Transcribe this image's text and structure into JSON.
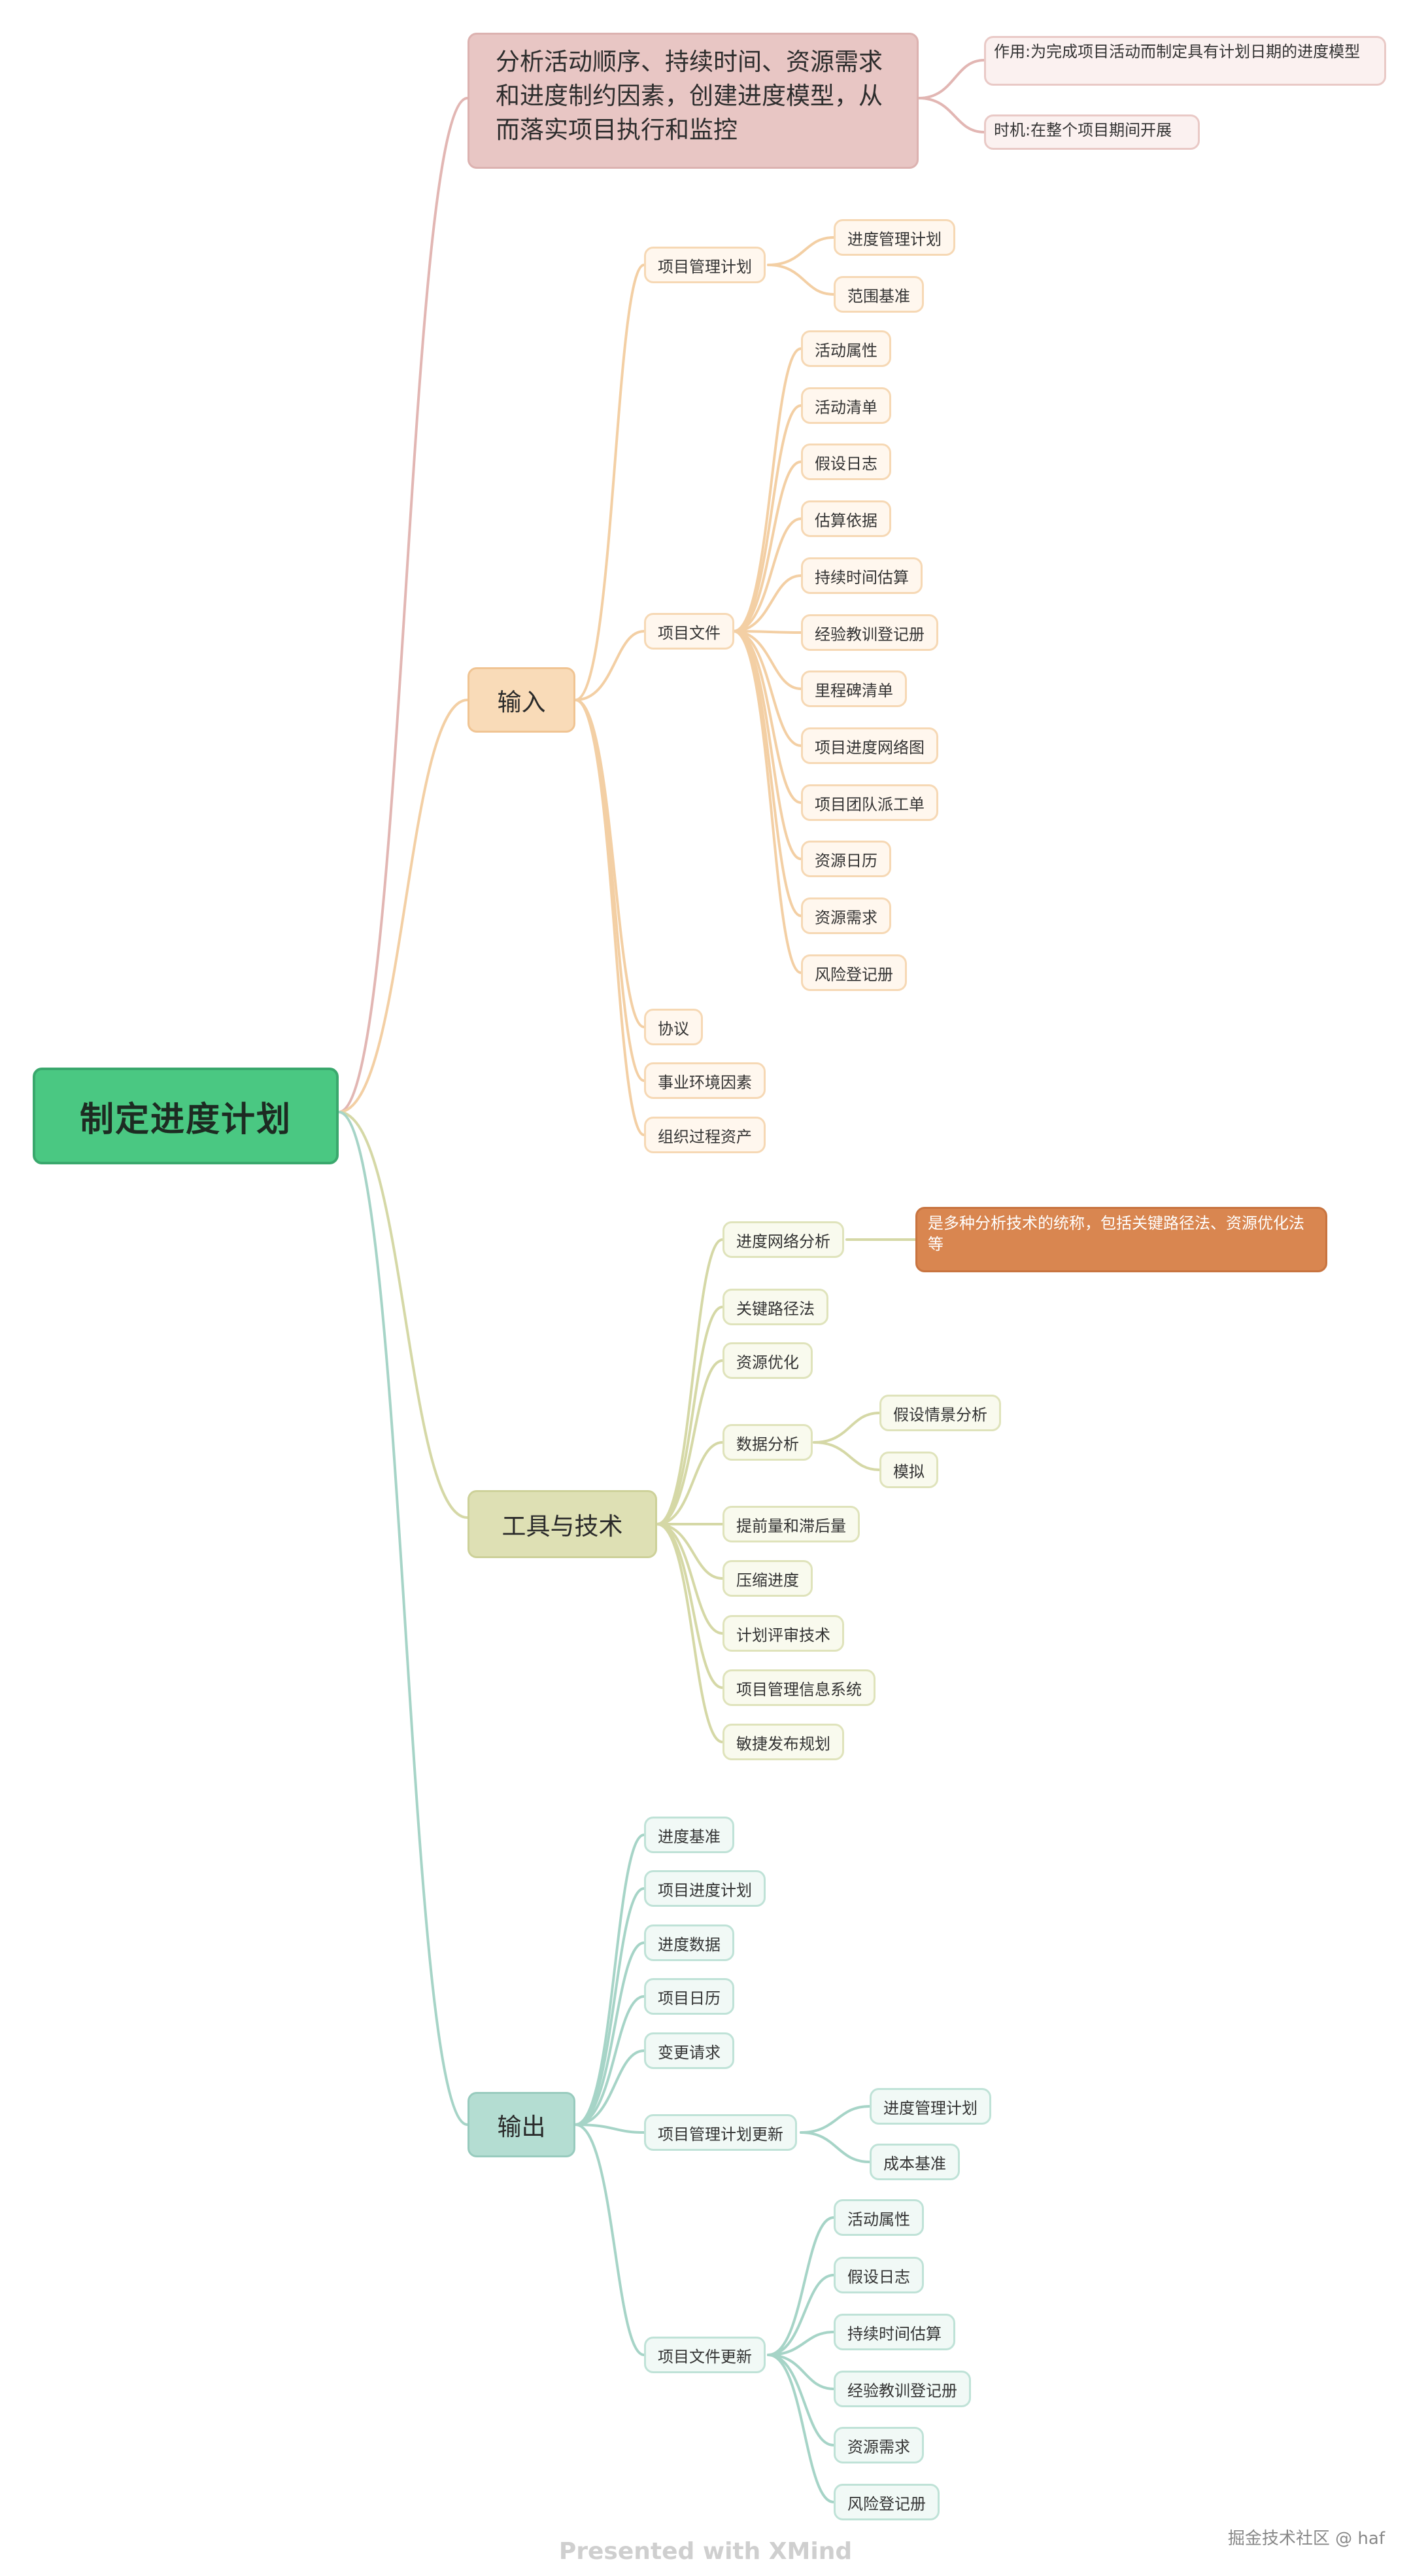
{
  "root": "制定进度计划",
  "description": {
    "text": "分析活动顺序、持续时间、资源需求和进度制约因素，创建进度模型，从而落实项目执行和监控",
    "notes": [
      "作用:为完成项目活动而制定具有计划日期的进度模型",
      "时机:在整个项目期间开展"
    ]
  },
  "inputs": {
    "label": "输入",
    "pm_plan": {
      "label": "项目管理计划",
      "children": [
        "进度管理计划",
        "范围基准"
      ]
    },
    "project_docs": {
      "label": "项目文件",
      "children": [
        "活动属性",
        "活动清单",
        "假设日志",
        "估算依据",
        "持续时间估算",
        "经验教训登记册",
        "里程碑清单",
        "项目进度网络图",
        "项目团队派工单",
        "资源日历",
        "资源需求",
        "风险登记册"
      ]
    },
    "others": [
      "协议",
      "事业环境因素",
      "组织过程资产"
    ]
  },
  "tools": {
    "label": "工具与技术",
    "network": {
      "label": "进度网络分析",
      "note": "是多种分析技术的统称，包括关键路径法、资源优化法等"
    },
    "cpm": "关键路径法",
    "resource": "资源优化",
    "data_analysis": {
      "label": "数据分析",
      "children": [
        "假设情景分析",
        "模拟"
      ]
    },
    "others": [
      "提前量和滞后量",
      "压缩进度",
      "计划评审技术",
      "项目管理信息系统",
      "敏捷发布规划"
    ]
  },
  "outputs": {
    "label": "输出",
    "simple": [
      "进度基准",
      "项目进度计划",
      "进度数据",
      "项目日历",
      "变更请求"
    ],
    "pm_plan_update": {
      "label": "项目管理计划更新",
      "children": [
        "进度管理计划",
        "成本基准"
      ]
    },
    "docs_update": {
      "label": "项目文件更新",
      "children": [
        "活动属性",
        "假设日志",
        "持续时间估算",
        "经验教训登记册",
        "资源需求",
        "风险登记册"
      ]
    }
  },
  "footer": "Presented with XMind",
  "watermark": "掘金技术社区 @ haf",
  "colors": {
    "root": "#4ac882",
    "description": "#e8c6c4",
    "input": "#f9dbb8",
    "tool": "#dee0b4",
    "output": "#b4ddd2",
    "callout": "#d98650"
  }
}
